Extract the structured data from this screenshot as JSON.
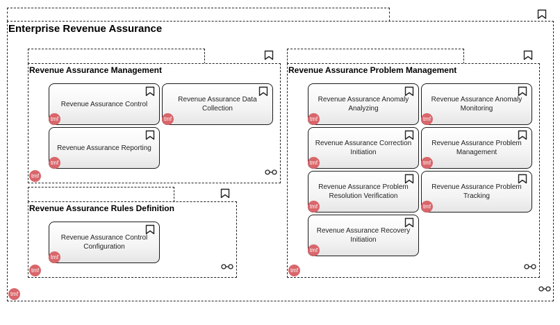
{
  "badge_text": "tmf",
  "groups": {
    "enterprise": {
      "title": "Enterprise Revenue Assurance"
    },
    "management": {
      "title": "Revenue Assurance Management"
    },
    "rules": {
      "title": "Revenue Assurance Rules Definition"
    },
    "problem": {
      "title": "Revenue Assurance Problem Management"
    }
  },
  "functions": {
    "control": "Revenue Assurance Control",
    "data_collection": "Revenue Assurance Data Collection",
    "reporting": "Revenue Assurance Reporting",
    "control_configuration": "Revenue Assurance Control Configuration",
    "anomaly_analyzing": "Revenue Assurance Anomaly Analyzing",
    "anomaly_monitoring": "Revenue Assurance Anomaly Monitoring",
    "correction_initiation": "Revenue Assurance Correction Initiation",
    "problem_management": "Revenue Assurance Problem Management",
    "problem_resolution_verification": "Revenue Assurance Problem Resolution Verification",
    "problem_tracking": "Revenue Assurance Problem Tracking",
    "recovery_initiation": "Revenue Assurance Recovery Initiation"
  },
  "colors": {
    "badge": "#d9666b",
    "border": "#222222"
  },
  "icons": {
    "group_icon": "bookmark-icon",
    "link_icon": "chain-link-icon",
    "badge_icon": "tmf-badge"
  }
}
